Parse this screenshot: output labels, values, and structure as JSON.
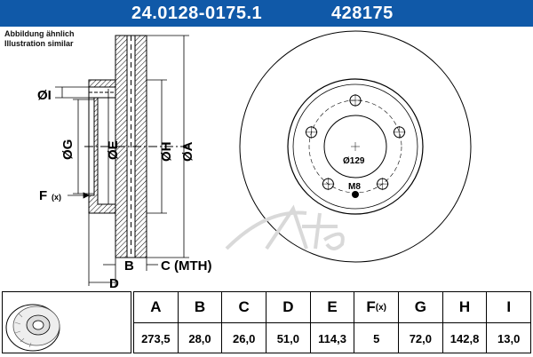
{
  "header": {
    "part_number": "24.0128-0175.1",
    "ref_number": "428175"
  },
  "note": {
    "line1": "Abbildung ähnlich",
    "line2": "Illustration similar"
  },
  "labels": {
    "I": "ØI",
    "G": "ØG",
    "E": "ØE",
    "H": "ØH",
    "A": "ØA",
    "F": "F",
    "F_sub": "(x)",
    "B": "B",
    "C": "C (MTH)",
    "D": "D",
    "bolt_circle": "Ø129",
    "thread": "M8"
  },
  "table": {
    "columns": [
      {
        "key": "A",
        "label": "A",
        "value": "273,5"
      },
      {
        "key": "B",
        "label": "B",
        "value": "28,0"
      },
      {
        "key": "C",
        "label": "C",
        "value": "26,0"
      },
      {
        "key": "D",
        "label": "D",
        "value": "51,0"
      },
      {
        "key": "E",
        "label": "E",
        "value": "114,3"
      },
      {
        "key": "F",
        "label": "F",
        "label_sub": "(x)",
        "value": "5"
      },
      {
        "key": "G",
        "label": "G",
        "value": "72,0"
      },
      {
        "key": "H",
        "label": "H",
        "value": "142,8"
      },
      {
        "key": "I",
        "label": "I",
        "value": "13,0"
      }
    ]
  },
  "colors": {
    "header_bg": "#1059a8",
    "header_text": "#ffffff",
    "line": "#000000",
    "watermark": "#d9d9d9"
  }
}
